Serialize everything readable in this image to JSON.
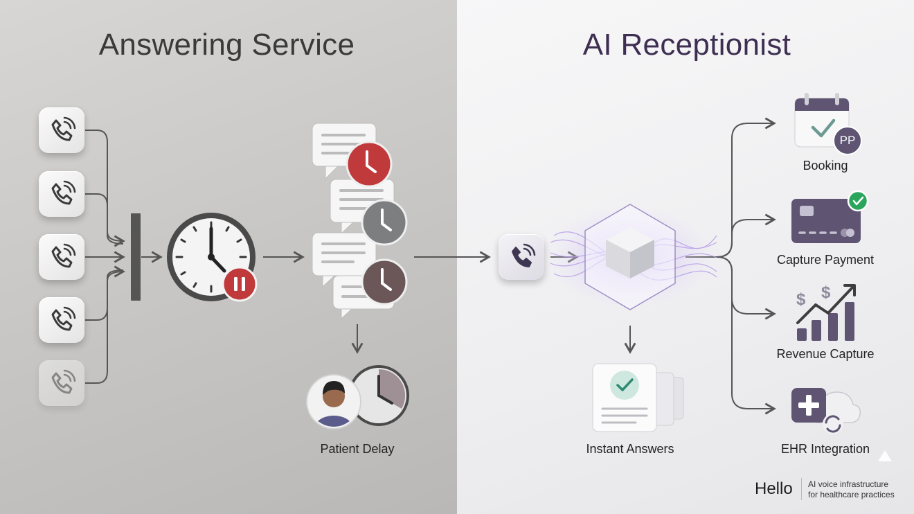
{
  "left_panel": {
    "title": "Answering Service",
    "delay_label": "Patient Delay"
  },
  "right_panel": {
    "title": "AI Receptionist",
    "instant_label": "Instant Answers",
    "outcomes": [
      {
        "label": "Booking",
        "icon": "calendar-check-icon"
      },
      {
        "label": "Capture Payment",
        "icon": "credit-card-icon"
      },
      {
        "label": "Revenue Capture",
        "icon": "revenue-chart-icon"
      },
      {
        "label": "EHR Integration",
        "icon": "ehr-cloud-icon"
      }
    ],
    "avatar_badge": "PP"
  },
  "brand": {
    "name": "Hello",
    "tagline_line1": "AI voice infrastructure",
    "tagline_line2": "for healthcare practices"
  },
  "colors": {
    "left_title": "#3a3a3a",
    "right_title": "#3e2f52",
    "accent_purple": "#5f5573",
    "alert_red": "#c0393b",
    "check_green": "#2aa65c"
  }
}
